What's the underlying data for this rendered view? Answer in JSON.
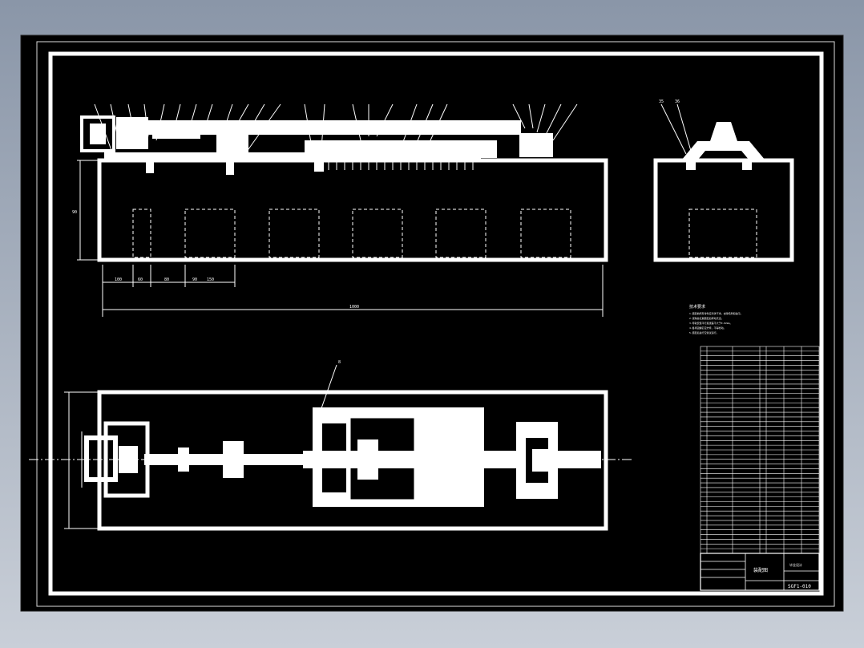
{
  "sheet": {
    "background": "#000000",
    "line_color": "#ffffff",
    "hidden_line_style": "dashed"
  },
  "front_view": {
    "dimension_height": "90",
    "bottom_dims": [
      "100",
      "60",
      "80",
      "90",
      "150"
    ],
    "overall_length": "1000"
  },
  "side_view": {
    "callouts": [
      "35",
      "36"
    ]
  },
  "plan_view": {
    "callout": "8"
  },
  "notes": {
    "heading": "技术要求",
    "lines": [
      "1.装配前所有零件应清洗干净，去除毛刺和油污。",
      "2.滚珠丝杠副装配后转动灵活。",
      "3.导轨安装平行度误差不大于0.02mm。",
      "4.各紧固螺钉应拧紧，不得松动。",
      "5.装配后进行空载试运行。"
    ]
  },
  "title_block": {
    "drawing_name": "装配图",
    "code": "SGF1-010",
    "school": "毕业设计"
  },
  "parts_list_rows": 44
}
